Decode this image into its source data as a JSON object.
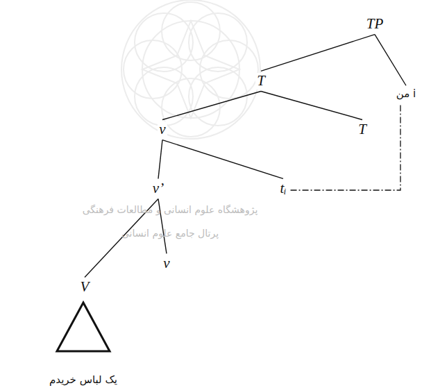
{
  "diagram": {
    "nodes": [
      {
        "text": [
          "TP"
        ]
      },
      {
        "text": [
          "T"
        ]
      },
      {
        "text": [
          "من i"
        ]
      },
      {
        "text": [
          "v"
        ]
      },
      {
        "text": [
          "T"
        ]
      },
      {
        "text": [
          "v’"
        ]
      },
      {
        "text": [
          "tᵢ"
        ]
      },
      {
        "text": [
          "V"
        ]
      },
      {
        "text": [
          "v"
        ]
      },
      {
        "text": [
          "یک لباس خریدم"
        ]
      }
    ],
    "edges": [
      {
        "from": 0,
        "to": 1,
        "arrow": "none"
      },
      {
        "from": 0,
        "to": 2,
        "arrow": "none"
      },
      {
        "from": 1,
        "to": 3,
        "arrow": "none"
      },
      {
        "from": 1,
        "to": 4,
        "arrow": "none"
      },
      {
        "from": 3,
        "to": 5,
        "arrow": "none"
      },
      {
        "from": 3,
        "to": 6,
        "arrow": "none"
      },
      {
        "from": 5,
        "to": 7,
        "arrow": "none"
      },
      {
        "from": 5,
        "to": 8,
        "arrow": "none"
      },
      {
        "from": 6,
        "to": 2,
        "arrow": "none"
      }
    ],
    "labels": [
      "پژوهشگاه علوم انسانی و مطالعات فرهنگی",
      "پرتال جامع علوم انسانی"
    ]
  }
}
